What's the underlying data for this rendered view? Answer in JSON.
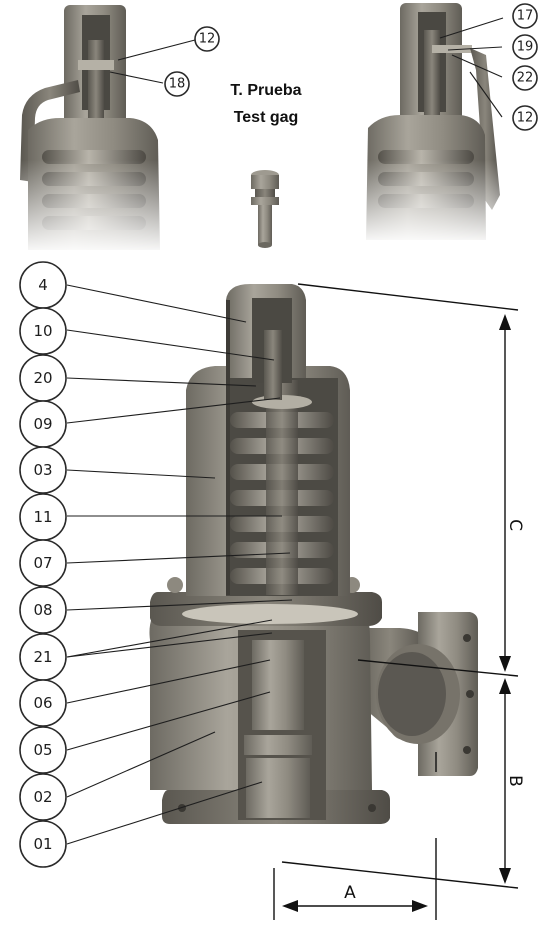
{
  "test_gag": {
    "title_es": "T. Prueba",
    "title_en": "Test gag"
  },
  "top_left_callouts": [
    "12",
    "18"
  ],
  "top_right_callouts": [
    "17",
    "19",
    "22",
    "12"
  ],
  "main_callouts": [
    "4",
    "10",
    "20",
    "09",
    "03",
    "11",
    "07",
    "08",
    "21",
    "06",
    "05",
    "02",
    "01"
  ],
  "dimensions": {
    "a": "A",
    "b": "B",
    "c": "C"
  }
}
